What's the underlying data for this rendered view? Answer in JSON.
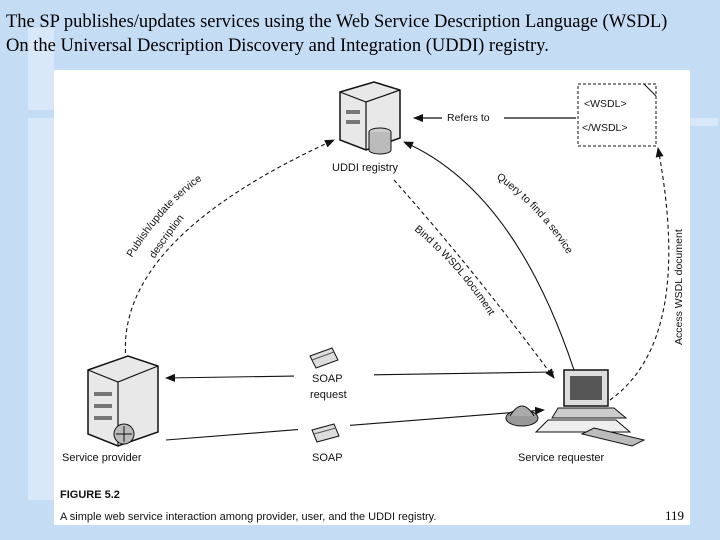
{
  "slide": {
    "caption_line1": "The SP publishes/updates services using the Web Service Description Language (WSDL)",
    "caption_line2": "On the Universal Description Discovery and Integration (UDDI) registry.",
    "page_number": "119"
  },
  "figure": {
    "uddi_label": "UDDI registry",
    "refers_to_label": "Refers to",
    "wsdl_open": "<WSDL>",
    "wsdl_close": "</WSDL>",
    "publish_label_1": "Publish/update service",
    "publish_label_2": "description",
    "query_label": "Query to find a service",
    "bind_label": "Bind to WSDL document",
    "access_label": "Access WSDL document",
    "soap_request_label_1": "SOAP",
    "soap_request_label_2": "request",
    "soap_label": "SOAP",
    "provider_label": "Service provider",
    "requester_label": "Service requester",
    "figure_number": "FIGURE 5.2",
    "figure_caption": "A simple web service interaction among provider, user, and the UDDI registry."
  }
}
